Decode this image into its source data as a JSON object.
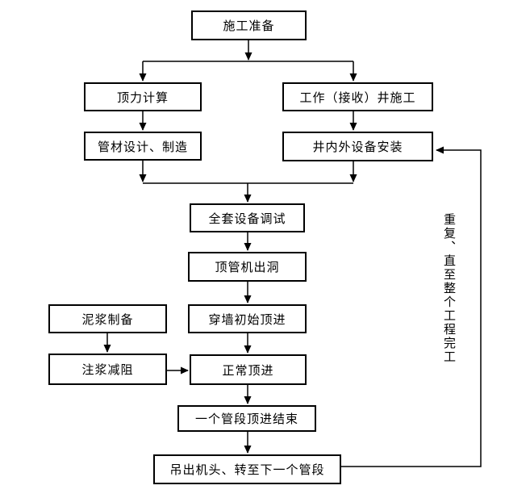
{
  "diagram": {
    "title": "pipe-jacking construction process flowchart",
    "background_color": "#ffffff",
    "line_color": "#000000",
    "nodes": [
      {
        "id": "prep",
        "label": "施工准备"
      },
      {
        "id": "force-calc",
        "label": "顶力计算"
      },
      {
        "id": "pipe-design",
        "label": "管材设计、制造"
      },
      {
        "id": "well-constr",
        "label": "工作（接收）井施工"
      },
      {
        "id": "equip-install",
        "label": "井内外设备安装"
      },
      {
        "id": "equip-debug",
        "label": "全套设备调试"
      },
      {
        "id": "machine-out",
        "label": "顶管机出洞"
      },
      {
        "id": "initial-jack",
        "label": "穿墙初始顶进"
      },
      {
        "id": "mud-prep",
        "label": "泥浆制备"
      },
      {
        "id": "grout-drag",
        "label": "注浆减阻"
      },
      {
        "id": "normal-jack",
        "label": "正常顶进"
      },
      {
        "id": "section-end",
        "label": "一个管段顶进结束"
      },
      {
        "id": "lift-head",
        "label": "吊出机头、转至下一个管段"
      }
    ],
    "side_note": "重复、直至整个工程完工"
  }
}
